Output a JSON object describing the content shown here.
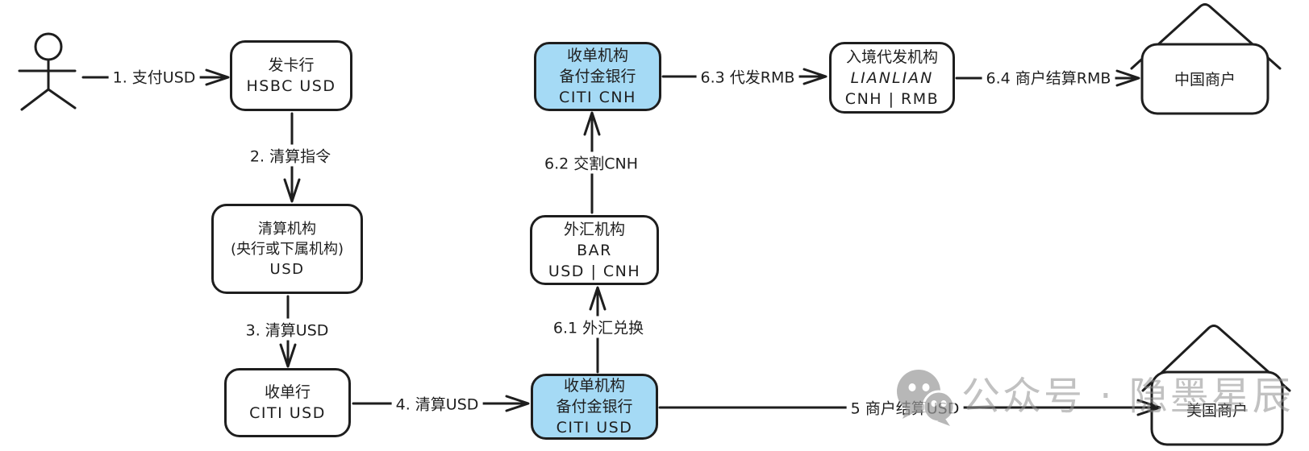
{
  "colors": {
    "ink": "#1e1e1e",
    "node_fill": "#ffffff",
    "highlight_fill": "#a5daf5",
    "background": "#ffffff",
    "watermark_gray": "#8f8f8f"
  },
  "nodes": {
    "card_issuer": {
      "lines": [
        "发卡行",
        "HSBC USD"
      ]
    },
    "clearing_house": {
      "lines": [
        "清算机构",
        "(央行或下属机构)",
        "USD"
      ]
    },
    "acquiring_bank": {
      "lines": [
        "收单行",
        "CITI USD"
      ]
    },
    "acquirer_reserve_usd": {
      "lines": [
        "收单机构",
        "备付金银行",
        "CITI USD"
      ]
    },
    "fx_institution": {
      "lines": [
        "外汇机构",
        "BAR",
        "USD | CNH"
      ]
    },
    "acquirer_reserve_cnh": {
      "lines": [
        "收单机构",
        "备付金银行",
        "CITI CNH"
      ]
    },
    "inbound_payout": {
      "lines": [
        "入境代发机构",
        "LIANLIAN",
        "CNH | RMB"
      ]
    },
    "china_merchant": {
      "label": "中国商户"
    },
    "us_merchant": {
      "label": "美国商户"
    }
  },
  "edges": {
    "pay_usd": {
      "label": "1. 支付USD"
    },
    "clearing_instruction": {
      "label": "2. 清算指令"
    },
    "clear_usd": {
      "label": "3. 清算USD"
    },
    "clear_usd_2": {
      "label": "4. 清算USD"
    },
    "merchant_settle_usd": {
      "label": "5 商户结算USD"
    },
    "fx_exchange": {
      "label": "6.1 外汇兑换"
    },
    "deliver_cnh": {
      "label": "6.2 交割CNH"
    },
    "payout_rmb": {
      "label": "6.3 代发RMB"
    },
    "merchant_settle_rmb": {
      "label": "6.4 商户结算RMB"
    }
  },
  "watermark": {
    "text": "公众号 · 隐墨星辰",
    "icon": "wechat-icon"
  }
}
